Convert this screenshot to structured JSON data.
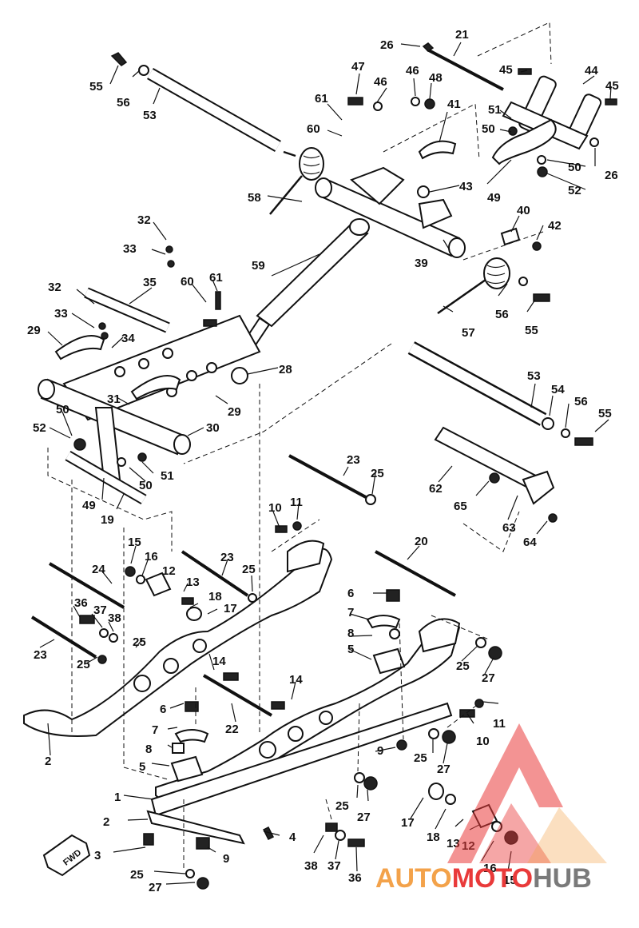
{
  "diagram": {
    "fwd_label": "FWD",
    "watermark": {
      "part1": "AUTO",
      "part2": "MOTO",
      "part3": "HUB"
    },
    "callouts": [
      {
        "id": "c26a",
        "text": "26"
      },
      {
        "id": "c21",
        "text": "21"
      },
      {
        "id": "c55a",
        "text": "55"
      },
      {
        "id": "c56a",
        "text": "56"
      },
      {
        "id": "c53a",
        "text": "53"
      },
      {
        "id": "c47",
        "text": "47"
      },
      {
        "id": "c46a",
        "text": "46"
      },
      {
        "id": "c46b",
        "text": "46"
      },
      {
        "id": "c48",
        "text": "48"
      },
      {
        "id": "c45a",
        "text": "45"
      },
      {
        "id": "c44",
        "text": "44"
      },
      {
        "id": "c45b",
        "text": "45"
      },
      {
        "id": "c61a",
        "text": "61"
      },
      {
        "id": "c41",
        "text": "41"
      },
      {
        "id": "c51a",
        "text": "51"
      },
      {
        "id": "c60a",
        "text": "60"
      },
      {
        "id": "c50a",
        "text": "50"
      },
      {
        "id": "c50b",
        "text": "50"
      },
      {
        "id": "c26b",
        "text": "26"
      },
      {
        "id": "c43",
        "text": "43"
      },
      {
        "id": "c52a",
        "text": "52"
      },
      {
        "id": "c49a",
        "text": "49"
      },
      {
        "id": "c58",
        "text": "58"
      },
      {
        "id": "c40",
        "text": "40"
      },
      {
        "id": "c42",
        "text": "42"
      },
      {
        "id": "c32a",
        "text": "32"
      },
      {
        "id": "c33a",
        "text": "33"
      },
      {
        "id": "c39",
        "text": "39"
      },
      {
        "id": "c59",
        "text": "59"
      },
      {
        "id": "c35",
        "text": "35"
      },
      {
        "id": "c60b",
        "text": "60"
      },
      {
        "id": "c61b",
        "text": "61"
      },
      {
        "id": "c32b",
        "text": "32"
      },
      {
        "id": "c56b",
        "text": "56"
      },
      {
        "id": "c55b",
        "text": "55"
      },
      {
        "id": "c33b",
        "text": "33"
      },
      {
        "id": "c57",
        "text": "57"
      },
      {
        "id": "c29a",
        "text": "29"
      },
      {
        "id": "c34",
        "text": "34"
      },
      {
        "id": "c28",
        "text": "28"
      },
      {
        "id": "c53b",
        "text": "53"
      },
      {
        "id": "c54",
        "text": "54"
      },
      {
        "id": "c56c",
        "text": "56"
      },
      {
        "id": "c55c",
        "text": "55"
      },
      {
        "id": "c31",
        "text": "31"
      },
      {
        "id": "c29b",
        "text": "29"
      },
      {
        "id": "c50c",
        "text": "50"
      },
      {
        "id": "c30",
        "text": "30"
      },
      {
        "id": "c52b",
        "text": "52"
      },
      {
        "id": "c51b",
        "text": "51"
      },
      {
        "id": "c50d",
        "text": "50"
      },
      {
        "id": "c49b",
        "text": "49"
      },
      {
        "id": "c19",
        "text": "19"
      },
      {
        "id": "c23a",
        "text": "23"
      },
      {
        "id": "c25a",
        "text": "25"
      },
      {
        "id": "c62",
        "text": "62"
      },
      {
        "id": "c65",
        "text": "65"
      },
      {
        "id": "c63",
        "text": "63"
      },
      {
        "id": "c64",
        "text": "64"
      },
      {
        "id": "c10a",
        "text": "10"
      },
      {
        "id": "c11a",
        "text": "11"
      },
      {
        "id": "c20",
        "text": "20"
      },
      {
        "id": "c15a",
        "text": "15"
      },
      {
        "id": "c16a",
        "text": "16"
      },
      {
        "id": "c23b",
        "text": "23"
      },
      {
        "id": "c24",
        "text": "24"
      },
      {
        "id": "c12a",
        "text": "12"
      },
      {
        "id": "c25b",
        "text": "25"
      },
      {
        "id": "c13a",
        "text": "13"
      },
      {
        "id": "c6a",
        "text": "6"
      },
      {
        "id": "c18a",
        "text": "18"
      },
      {
        "id": "c17a",
        "text": "17"
      },
      {
        "id": "c36a",
        "text": "36"
      },
      {
        "id": "c37a",
        "text": "37"
      },
      {
        "id": "c38a",
        "text": "38"
      },
      {
        "id": "c7a",
        "text": "7"
      },
      {
        "id": "c8a",
        "text": "8"
      },
      {
        "id": "c5a",
        "text": "5"
      },
      {
        "id": "c25c",
        "text": "25"
      },
      {
        "id": "c23c",
        "text": "23"
      },
      {
        "id": "c25d",
        "text": "25"
      },
      {
        "id": "c14a",
        "text": "14"
      },
      {
        "id": "c25e",
        "text": "25"
      },
      {
        "id": "c27a",
        "text": "27"
      },
      {
        "id": "c14b",
        "text": "14"
      },
      {
        "id": "c6b",
        "text": "6"
      },
      {
        "id": "c11b",
        "text": "11"
      },
      {
        "id": "c22",
        "text": "22"
      },
      {
        "id": "c10b",
        "text": "10"
      },
      {
        "id": "c7b",
        "text": "7"
      },
      {
        "id": "c2a",
        "text": "2"
      },
      {
        "id": "c8b",
        "text": "8"
      },
      {
        "id": "c9a",
        "text": "9"
      },
      {
        "id": "c25f",
        "text": "25"
      },
      {
        "id": "c27b",
        "text": "27"
      },
      {
        "id": "c5b",
        "text": "5"
      },
      {
        "id": "c1",
        "text": "1"
      },
      {
        "id": "c25g",
        "text": "25"
      },
      {
        "id": "c27c",
        "text": "27"
      },
      {
        "id": "c17b",
        "text": "17"
      },
      {
        "id": "c2b",
        "text": "2"
      },
      {
        "id": "c18b",
        "text": "18"
      },
      {
        "id": "c13b",
        "text": "13"
      },
      {
        "id": "c4",
        "text": "4"
      },
      {
        "id": "c12b",
        "text": "12"
      },
      {
        "id": "c3",
        "text": "3"
      },
      {
        "id": "c9b",
        "text": "9"
      },
      {
        "id": "c38b",
        "text": "38"
      },
      {
        "id": "c37b",
        "text": "37"
      },
      {
        "id": "c16b",
        "text": "16"
      },
      {
        "id": "c36b",
        "text": "36"
      },
      {
        "id": "c15b",
        "text": "15"
      },
      {
        "id": "c25h",
        "text": "25"
      },
      {
        "id": "c27d",
        "text": "27"
      }
    ]
  }
}
